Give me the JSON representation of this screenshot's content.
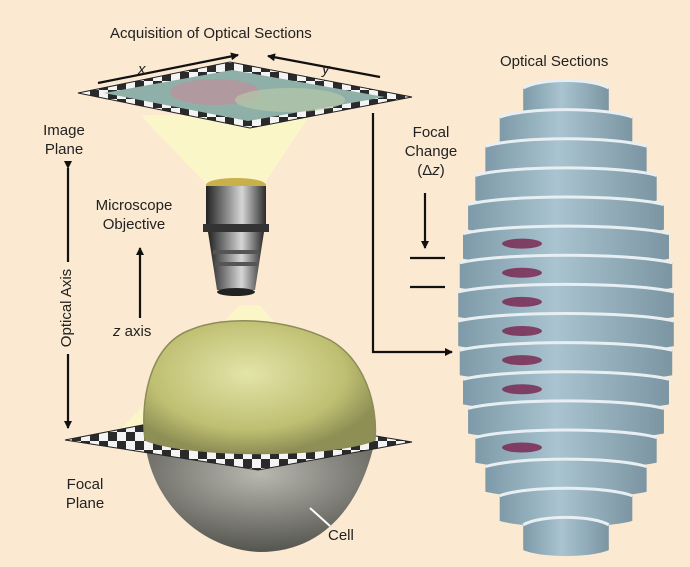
{
  "labels": {
    "acquisition_title": "Acquisition of Optical Sections",
    "axis_x": "x",
    "axis_y": "y",
    "image_plane_line1": "Image",
    "image_plane_line2": "Plane",
    "microscope_line1": "Microscope",
    "microscope_line2": "Objective",
    "z_axis_var": "z",
    "z_axis_word": "axis",
    "optical_axis": "Optical Axis",
    "focal_plane_line1": "Focal",
    "focal_plane_line2": "Plane",
    "cell": "Cell",
    "focal_change_line1": "Focal",
    "focal_change_line2": "Change",
    "focal_change_line3_open": "(Δ",
    "focal_change_line3_var": "z",
    "focal_change_line3_close": ")",
    "optical_sections_title": "Optical Sections"
  },
  "colors": {
    "background": "#fbe9d2",
    "light_cone": "#fbf6c8",
    "cell_body": "#c9c77e",
    "cell_shadow": "#9b9b8c",
    "section_fill": "#9fbccb",
    "section_edge": "#e8eff2",
    "nucleus": "#7a2a55",
    "arrow": "#111111"
  }
}
